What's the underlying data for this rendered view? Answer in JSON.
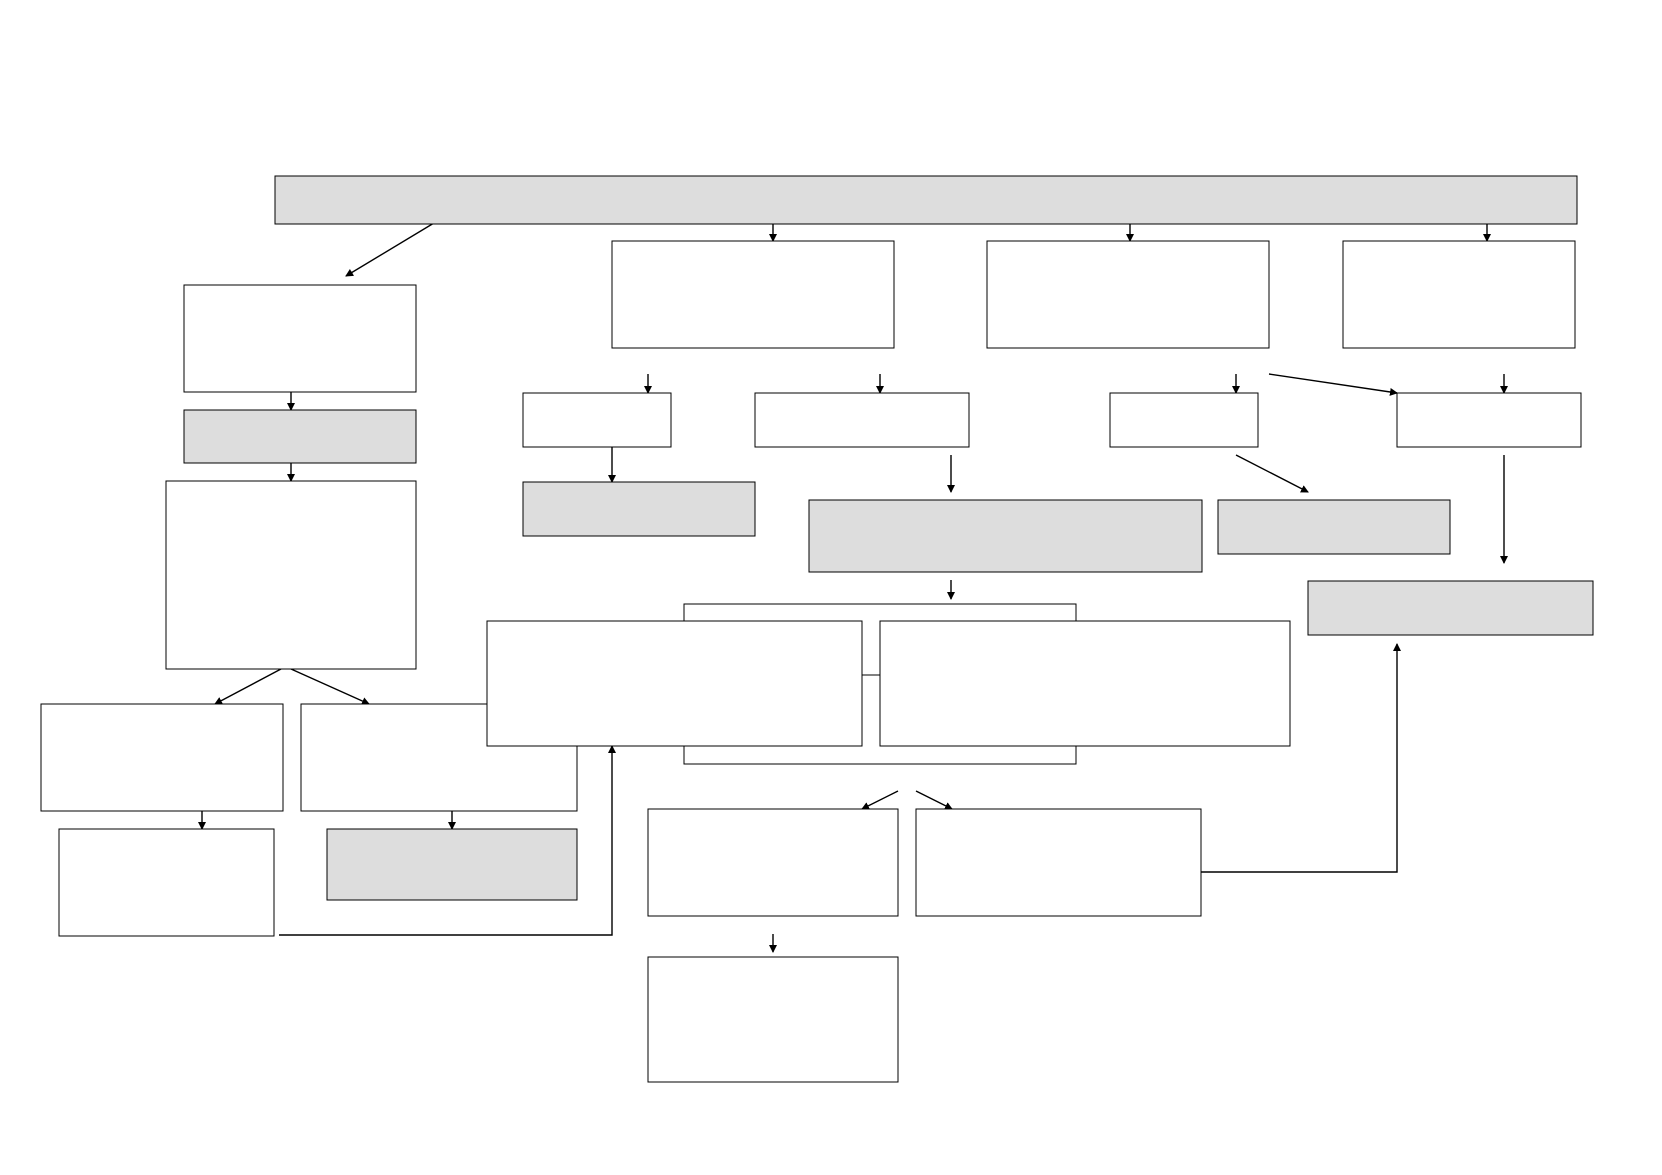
{
  "diagram": {
    "colors": {
      "stroke": "#000000",
      "box_fill": "#ffffff",
      "shaded_fill": "#dddddd",
      "background": "#ffffff"
    },
    "nodes": [
      {
        "id": "header-bar",
        "shaded": true,
        "text": ""
      },
      {
        "id": "left-top",
        "shaded": false,
        "text": ""
      },
      {
        "id": "left-shaded",
        "shaded": true,
        "text": ""
      },
      {
        "id": "left-tall",
        "shaded": false,
        "text": ""
      },
      {
        "id": "left-bottom-a",
        "shaded": false,
        "text": ""
      },
      {
        "id": "left-bottom-b",
        "shaded": false,
        "text": ""
      },
      {
        "id": "left-bottom-a-child",
        "shaded": false,
        "text": ""
      },
      {
        "id": "left-bottom-b-child",
        "shaded": true,
        "text": ""
      },
      {
        "id": "top-col-2",
        "shaded": false,
        "text": ""
      },
      {
        "id": "top-col-3",
        "shaded": false,
        "text": ""
      },
      {
        "id": "top-col-4",
        "shaded": false,
        "text": ""
      },
      {
        "id": "small-a",
        "shaded": false,
        "text": ""
      },
      {
        "id": "small-b",
        "shaded": false,
        "text": ""
      },
      {
        "id": "small-c",
        "shaded": false,
        "text": ""
      },
      {
        "id": "small-d",
        "shaded": false,
        "text": ""
      },
      {
        "id": "shaded-a",
        "shaded": true,
        "text": ""
      },
      {
        "id": "shaded-center",
        "shaded": true,
        "text": ""
      },
      {
        "id": "shaded-c",
        "shaded": true,
        "text": ""
      },
      {
        "id": "shaded-right",
        "shaded": true,
        "text": ""
      },
      {
        "id": "back-frame",
        "shaded": false,
        "text": ""
      },
      {
        "id": "mid-left-wide",
        "shaded": false,
        "text": ""
      },
      {
        "id": "mid-right-wide",
        "shaded": false,
        "text": ""
      },
      {
        "id": "lower-a",
        "shaded": false,
        "text": ""
      },
      {
        "id": "lower-b",
        "shaded": false,
        "text": ""
      },
      {
        "id": "lower-a-child",
        "shaded": false,
        "text": ""
      }
    ],
    "edges": [
      {
        "from": "header-bar",
        "to": "left-top"
      },
      {
        "from": "header-bar",
        "to": "top-col-2"
      },
      {
        "from": "header-bar",
        "to": "top-col-3"
      },
      {
        "from": "header-bar",
        "to": "top-col-4"
      },
      {
        "from": "left-top",
        "to": "left-shaded"
      },
      {
        "from": "left-shaded",
        "to": "left-tall"
      },
      {
        "from": "left-tall",
        "to": "left-bottom-a"
      },
      {
        "from": "left-tall",
        "to": "left-bottom-b"
      },
      {
        "from": "left-bottom-a",
        "to": "left-bottom-a-child"
      },
      {
        "from": "left-bottom-b",
        "to": "left-bottom-b-child"
      },
      {
        "from": "left-bottom-a-child",
        "to": "mid-left-wide"
      },
      {
        "from": "top-col-2",
        "to": "small-a"
      },
      {
        "from": "top-col-2",
        "to": "small-b"
      },
      {
        "from": "small-a",
        "to": "shaded-a"
      },
      {
        "from": "small-b",
        "to": "shaded-center"
      },
      {
        "from": "shaded-center",
        "to": "back-frame"
      },
      {
        "from": "top-col-3",
        "to": "small-c"
      },
      {
        "from": "top-col-3",
        "to": "small-d"
      },
      {
        "from": "small-c",
        "to": "shaded-c"
      },
      {
        "from": "top-col-4",
        "to": "small-d"
      },
      {
        "from": "small-d",
        "to": "shaded-right"
      },
      {
        "from": "back-frame",
        "to": "lower-a"
      },
      {
        "from": "back-frame",
        "to": "lower-b"
      },
      {
        "from": "lower-a",
        "to": "lower-a-child"
      },
      {
        "from": "lower-b",
        "to": "shaded-right"
      }
    ]
  }
}
